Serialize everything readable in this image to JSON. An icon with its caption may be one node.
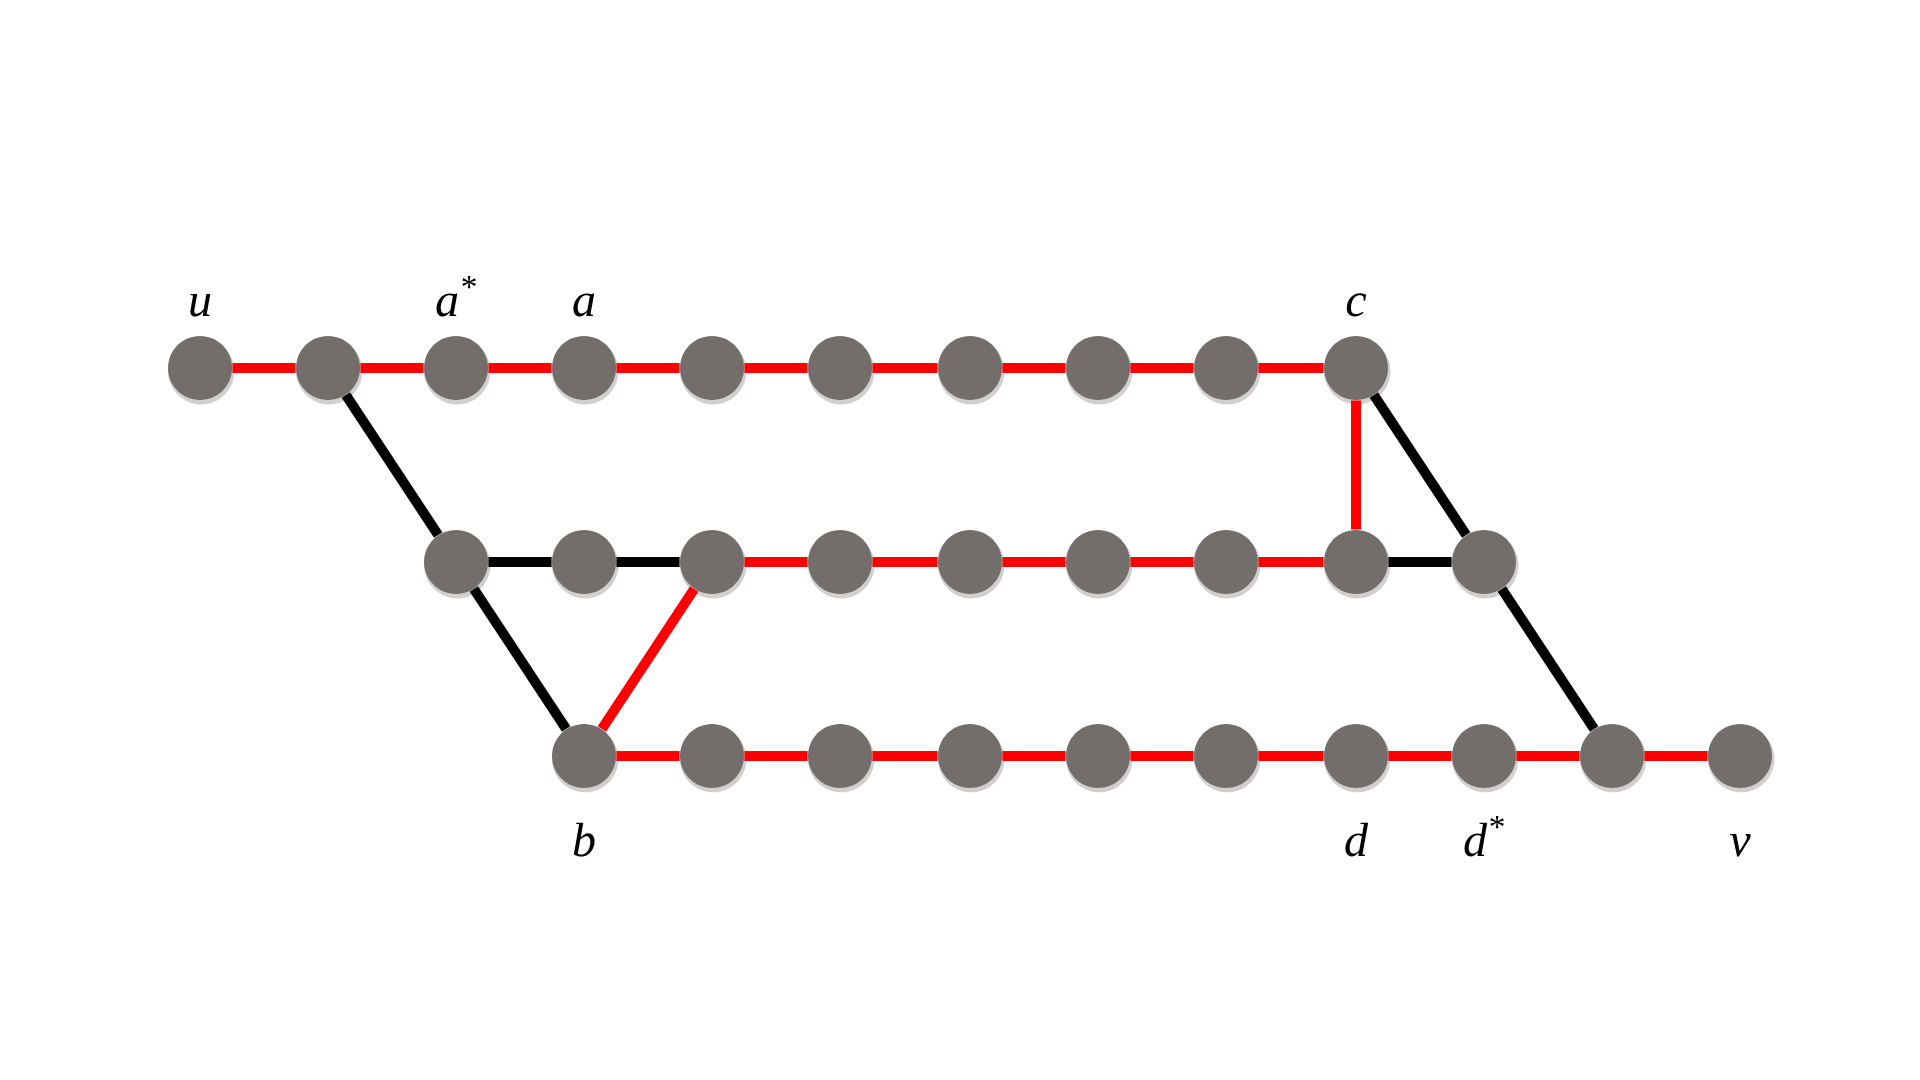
{
  "diagram": {
    "nodes": [
      {
        "text": [],
        "shape": "circle",
        "beside": [
          "u"
        ]
      },
      {
        "text": [],
        "shape": "circle"
      },
      {
        "text": [],
        "shape": "circle",
        "beside": [
          "a$^{*}$"
        ]
      },
      {
        "text": [],
        "shape": "circle",
        "beside": [
          "a"
        ]
      },
      {
        "text": [],
        "shape": "circle"
      },
      {
        "text": [],
        "shape": "circle"
      },
      {
        "text": [],
        "shape": "circle"
      },
      {
        "text": [],
        "shape": "circle"
      },
      {
        "text": [],
        "shape": "circle"
      },
      {
        "text": [],
        "shape": "circle",
        "beside": [
          "c"
        ]
      },
      {
        "text": [],
        "shape": "circle"
      },
      {
        "text": [],
        "shape": "circle"
      },
      {
        "text": [],
        "shape": "circle"
      },
      {
        "text": [],
        "shape": "circle"
      },
      {
        "text": [],
        "shape": "circle"
      },
      {
        "text": [],
        "shape": "circle"
      },
      {
        "text": [],
        "shape": "circle"
      },
      {
        "text": [],
        "shape": "circle"
      },
      {
        "text": [],
        "shape": "circle"
      },
      {
        "text": [],
        "shape": "circle",
        "beside": [
          "b"
        ]
      },
      {
        "text": [],
        "shape": "circle"
      },
      {
        "text": [],
        "shape": "circle"
      },
      {
        "text": [],
        "shape": "circle"
      },
      {
        "text": [],
        "shape": "circle"
      },
      {
        "text": [],
        "shape": "circle"
      },
      {
        "text": [],
        "shape": "circle",
        "beside": [
          "d"
        ]
      },
      {
        "text": [],
        "shape": "circle",
        "beside": [
          "d$^{*}$"
        ]
      },
      {
        "text": [],
        "shape": "circle"
      },
      {
        "text": [],
        "shape": "circle",
        "beside": [
          "v"
        ]
      }
    ],
    "edges": [
      {
        "from": 0,
        "to": 1,
        "arrow": "none"
      },
      {
        "from": 1,
        "to": 2,
        "arrow": "none"
      },
      {
        "from": 2,
        "to": 3,
        "arrow": "none"
      },
      {
        "from": 3,
        "to": 4,
        "arrow": "none"
      },
      {
        "from": 4,
        "to": 5,
        "arrow": "none"
      },
      {
        "from": 5,
        "to": 6,
        "arrow": "none"
      },
      {
        "from": 6,
        "to": 7,
        "arrow": "none"
      },
      {
        "from": 7,
        "to": 8,
        "arrow": "none"
      },
      {
        "from": 8,
        "to": 9,
        "arrow": "none"
      },
      {
        "from": 1,
        "to": 10,
        "arrow": "none",
        "color": "#000000"
      },
      {
        "from": 9,
        "to": 17,
        "arrow": "none"
      },
      {
        "from": 9,
        "to": 18,
        "arrow": "none",
        "color": "#000000"
      },
      {
        "from": 10,
        "to": 11,
        "arrow": "none",
        "color": "#000000"
      },
      {
        "from": 11,
        "to": 12,
        "arrow": "none",
        "color": "#000000"
      },
      {
        "from": 12,
        "to": 13,
        "arrow": "none"
      },
      {
        "from": 13,
        "to": 14,
        "arrow": "none"
      },
      {
        "from": 14,
        "to": 15,
        "arrow": "none"
      },
      {
        "from": 15,
        "to": 16,
        "arrow": "none"
      },
      {
        "from": 16,
        "to": 17,
        "arrow": "none"
      },
      {
        "from": 17,
        "to": 18,
        "arrow": "none",
        "color": "#000000"
      },
      {
        "from": 10,
        "to": 19,
        "arrow": "none",
        "color": "#000000"
      },
      {
        "from": 12,
        "to": 19,
        "arrow": "none"
      },
      {
        "from": 18,
        "to": 27,
        "arrow": "none",
        "color": "#000000"
      },
      {
        "from": 19,
        "to": 20,
        "arrow": "none"
      },
      {
        "from": 20,
        "to": 21,
        "arrow": "none"
      },
      {
        "from": 21,
        "to": 22,
        "arrow": "none"
      },
      {
        "from": 22,
        "to": 23,
        "arrow": "none"
      },
      {
        "from": 23,
        "to": 24,
        "arrow": "none"
      },
      {
        "from": 24,
        "to": 25,
        "arrow": "none"
      },
      {
        "from": 25,
        "to": 26,
        "arrow": "none"
      },
      {
        "from": 26,
        "to": 27,
        "arrow": "none"
      },
      {
        "from": 27,
        "to": 28,
        "arrow": "none"
      }
    ]
  }
}
